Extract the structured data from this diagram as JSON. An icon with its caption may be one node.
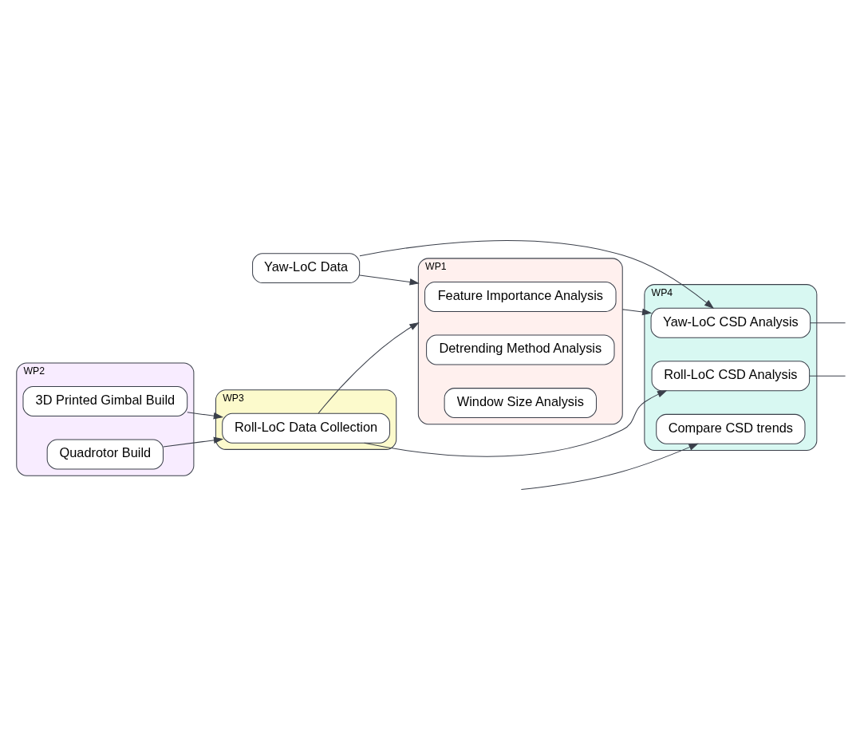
{
  "diagram": {
    "nodes": [
      {
        "text": [
          "Yaw-LoC Data"
        ]
      },
      {
        "text": [
          "WP1"
        ]
      },
      {
        "text": [
          "Feature Importance Analysis"
        ],
        "in": 1
      },
      {
        "text": [
          "Detrending Method Analysis"
        ],
        "in": 1
      },
      {
        "text": [
          "Window Size Analysis"
        ],
        "in": 1
      },
      {
        "text": [
          "WP4"
        ]
      },
      {
        "text": [
          "Yaw-LoC CSD Analysis"
        ],
        "in": 5
      },
      {
        "text": [
          "Roll-LoC CSD Analysis"
        ],
        "in": 5
      },
      {
        "text": [
          "Compare CSD trends"
        ],
        "in": 5
      },
      {
        "text": [
          "WP2"
        ]
      },
      {
        "text": [
          "3D Printed Gimbal Build"
        ],
        "in": 9
      },
      {
        "text": [
          "Quadrotor Build"
        ],
        "in": 9
      },
      {
        "text": [
          "WP3"
        ]
      },
      {
        "text": [
          "Roll-LoC Data Collection"
        ],
        "in": 12
      }
    ],
    "edges": [
      {
        "from": 0,
        "to": 1,
        "arrow": "to"
      },
      {
        "from": 0,
        "to": 6,
        "arrow": "to"
      },
      {
        "from": 1,
        "to": 6,
        "arrow": "to"
      },
      {
        "from": 13,
        "to": 7,
        "arrow": "to"
      },
      {
        "from": 13,
        "to": 1,
        "arrow": "to"
      },
      {
        "from": 10,
        "to": 13,
        "arrow": "to"
      },
      {
        "from": 11,
        "to": 13,
        "arrow": "to"
      },
      {
        "from": 6,
        "to": null,
        "arrow": "none"
      },
      {
        "from": 7,
        "to": null,
        "arrow": "none"
      },
      {
        "from": null,
        "to": 8,
        "arrow": "to"
      }
    ]
  }
}
